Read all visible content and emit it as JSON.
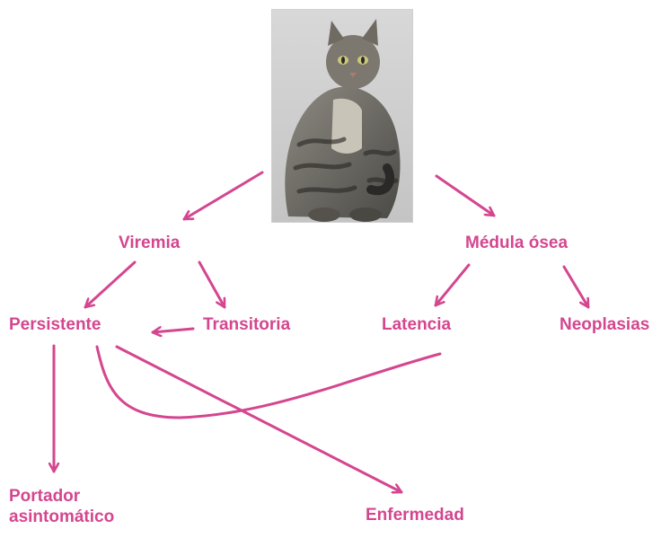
{
  "diagram": {
    "accent_color": "#d4468f",
    "image": {
      "subject": "tabby-cat-photo"
    },
    "nodes": {
      "viremia": "Viremia",
      "medula_osea": "Médula ósea",
      "persistente": "Persistente",
      "transitoria": "Transitoria",
      "latencia": "Latencia",
      "neoplasias": "Neoplasias",
      "portador_asintomatico": "Portador asintomático",
      "enfermedad": "Enfermedad"
    },
    "edges": [
      {
        "from": "cat-photo",
        "to": "viremia"
      },
      {
        "from": "cat-photo",
        "to": "medula_osea"
      },
      {
        "from": "viremia",
        "to": "persistente"
      },
      {
        "from": "viremia",
        "to": "transitoria"
      },
      {
        "from": "transitoria",
        "to": "persistente"
      },
      {
        "from": "medula_osea",
        "to": "latencia"
      },
      {
        "from": "medula_osea",
        "to": "neoplasias"
      },
      {
        "from": "persistente",
        "to": "portador_asintomatico"
      },
      {
        "from": "persistente",
        "to": "enfermedad"
      },
      {
        "from": "persistente",
        "to": "latencia"
      }
    ]
  }
}
